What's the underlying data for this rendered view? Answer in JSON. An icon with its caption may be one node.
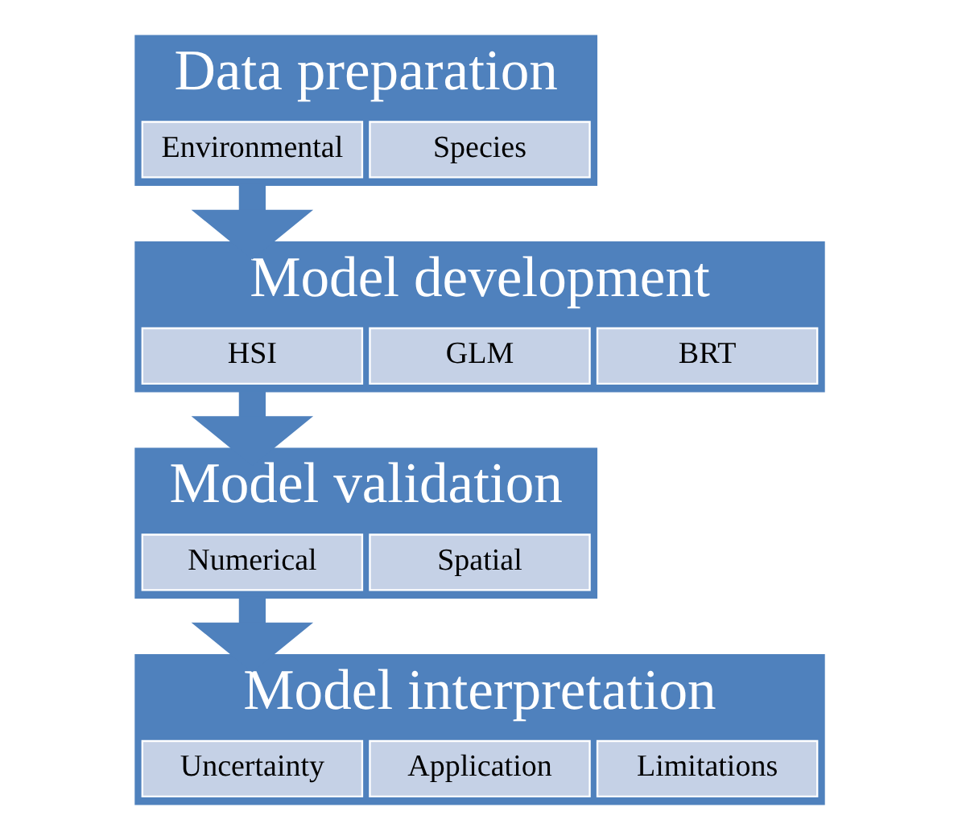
{
  "diagram": {
    "nodes": [
      {
        "text": [
          "Data preparation"
        ]
      },
      {
        "text": [
          "Environmental"
        ],
        "in": 0
      },
      {
        "text": [
          "Species"
        ],
        "in": 0
      },
      {
        "text": [
          "Model development"
        ]
      },
      {
        "text": [
          "HSI"
        ],
        "in": 3
      },
      {
        "text": [
          "GLM"
        ],
        "in": 3
      },
      {
        "text": [
          "BRT"
        ],
        "in": 3
      },
      {
        "text": [
          "Model validation"
        ]
      },
      {
        "text": [
          "Numerical"
        ],
        "in": 7
      },
      {
        "text": [
          "Spatial"
        ],
        "in": 7
      },
      {
        "text": [
          "Model interpretation"
        ]
      },
      {
        "text": [
          "Uncertainty"
        ],
        "in": 10
      },
      {
        "text": [
          "Application"
        ],
        "in": 10
      },
      {
        "text": [
          "Limitations"
        ],
        "in": 10
      }
    ],
    "edges": [
      {
        "from": 0,
        "to": 3,
        "arrow": "to"
      },
      {
        "from": 3,
        "to": 7,
        "arrow": "to"
      },
      {
        "from": 7,
        "to": 10,
        "arrow": "to"
      }
    ]
  }
}
